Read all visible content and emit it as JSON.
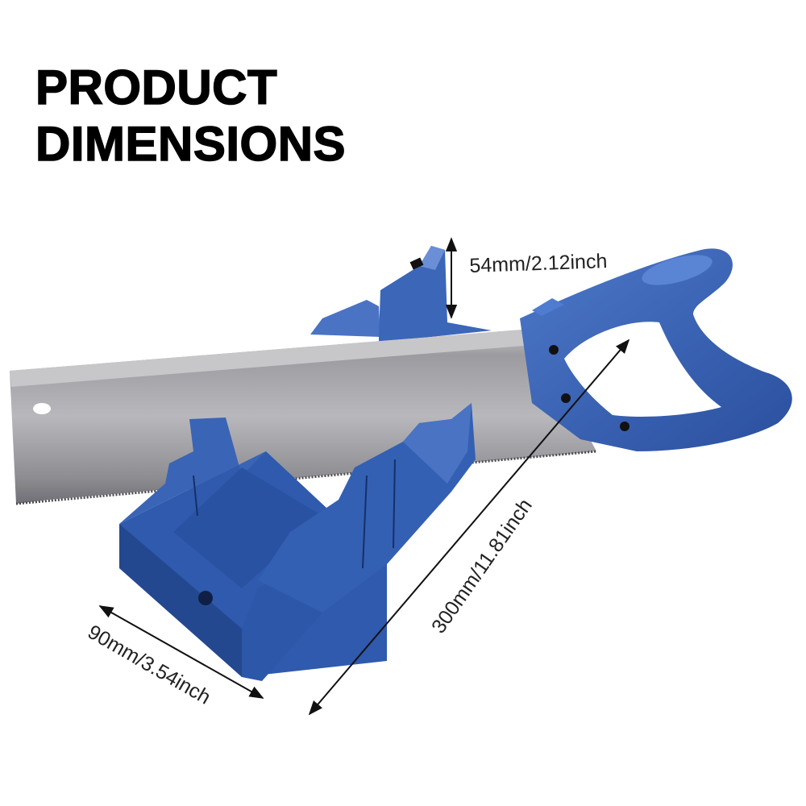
{
  "header": {
    "title_line1": "PRODUCT",
    "title_line2": "DIMENSIONS"
  },
  "product": {
    "items": [
      "back saw",
      "miter box"
    ],
    "colors": {
      "plastic": "#2f5aad",
      "plastic_light": "#4f7cd0",
      "plastic_dark": "#1e3f86",
      "blade": "#a9a9ab",
      "background": "#ffffff"
    }
  },
  "dimensions": {
    "height": "54mm/2.12inch",
    "length": "300mm/11.81inch",
    "width": "90mm/3.54inch"
  }
}
